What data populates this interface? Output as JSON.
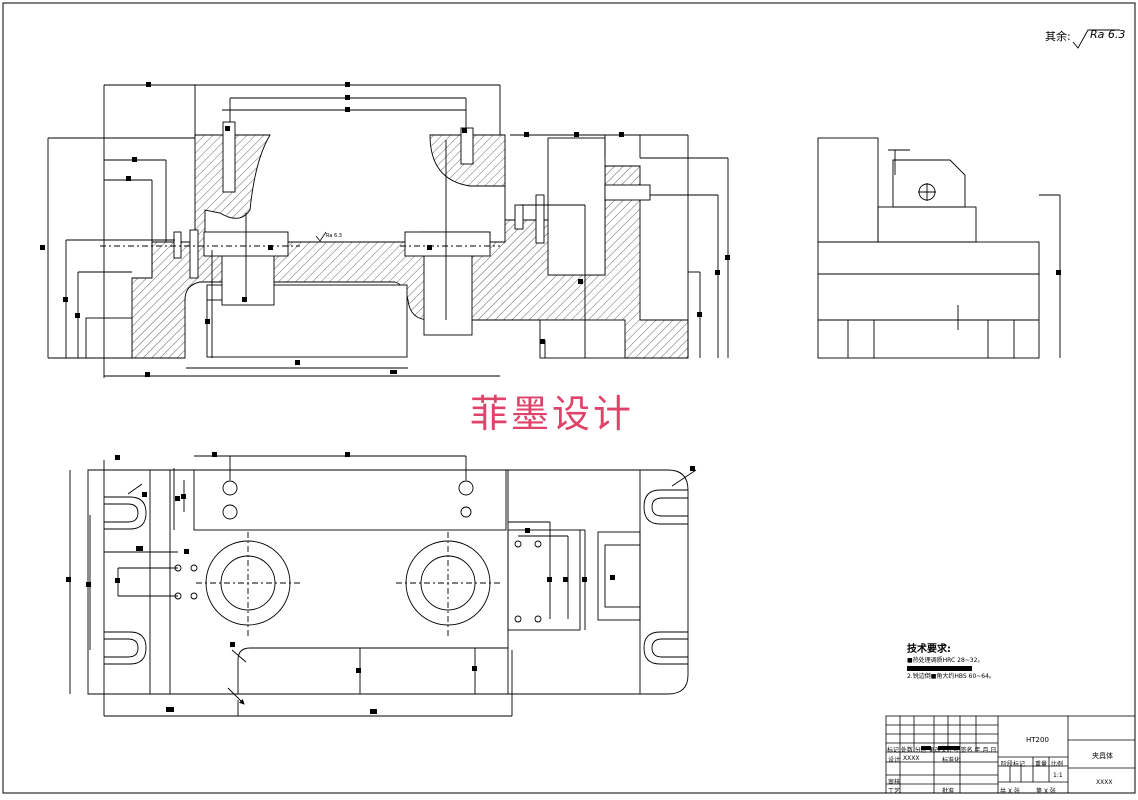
{
  "watermark": "菲墨设计",
  "surface_finish": {
    "prefix": "其余:",
    "symbol": "Ra 6.3"
  },
  "section_mark": "Ra 6.3",
  "tech_requirements": {
    "title": "技术要求:",
    "line1": "■热处理调质HRC 28~32。",
    "line2": "2.锐边倒■角大约HBS 60~64。"
  },
  "title_block": {
    "material": "HT200",
    "part_name": "夹具体",
    "drawing_no": "XXXX",
    "scale": "1:1",
    "scale_label": "比例",
    "weight_label": "重量",
    "stage_label": "阶段标记",
    "revision_header": "标记 处数  分区 更改文件号 签名 年.月.日",
    "designer_label": "设计",
    "designer_value": "XXXX",
    "standardization_label": "标准化",
    "checker_label": "审核",
    "process_label": "工艺",
    "approve_label": "批准",
    "sheets_label": "共  X  张",
    "sheet_no_label": "第  X  张"
  },
  "colors": {
    "line": "#000000",
    "watermark": "#e0436a",
    "hatch": "#000000"
  }
}
